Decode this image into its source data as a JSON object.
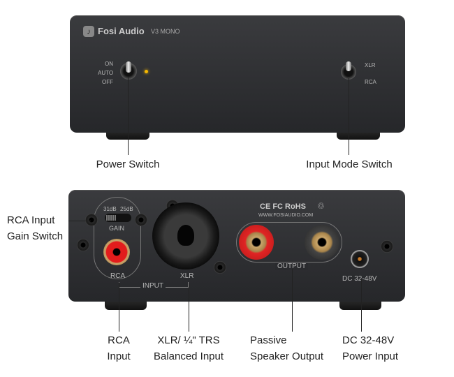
{
  "front": {
    "brand": "Fosi Audio",
    "model": "V3 MONO",
    "power_positions": [
      "ON",
      "AUTO",
      "OFF"
    ],
    "input_positions": [
      "XLR",
      "RCA"
    ],
    "led_color": "#f5b800"
  },
  "back": {
    "gain_options": [
      "31dB",
      "25dB"
    ],
    "gain_label": "GAIN",
    "rca_label": "RCA",
    "xlr_label": "XLR",
    "input_label": "INPUT",
    "cert": "CE FC RoHS",
    "website": "WWW.FOSIAUDIO.COM",
    "output_label": "OUTPUT",
    "dc_label": "DC 32-48V"
  },
  "callouts": {
    "power_switch": "Power Switch",
    "input_mode_switch": "Input Mode Switch",
    "rca_gain": [
      "RCA Input",
      "Gain Switch"
    ],
    "rca_input": [
      "RCA",
      "Input"
    ],
    "xlr_input": [
      "XLR/ ¼\" TRS",
      "Balanced Input"
    ],
    "speaker_output": [
      "Passive",
      "Speaker Output"
    ],
    "power_input": [
      "DC 32-48V",
      "Power Input"
    ]
  }
}
